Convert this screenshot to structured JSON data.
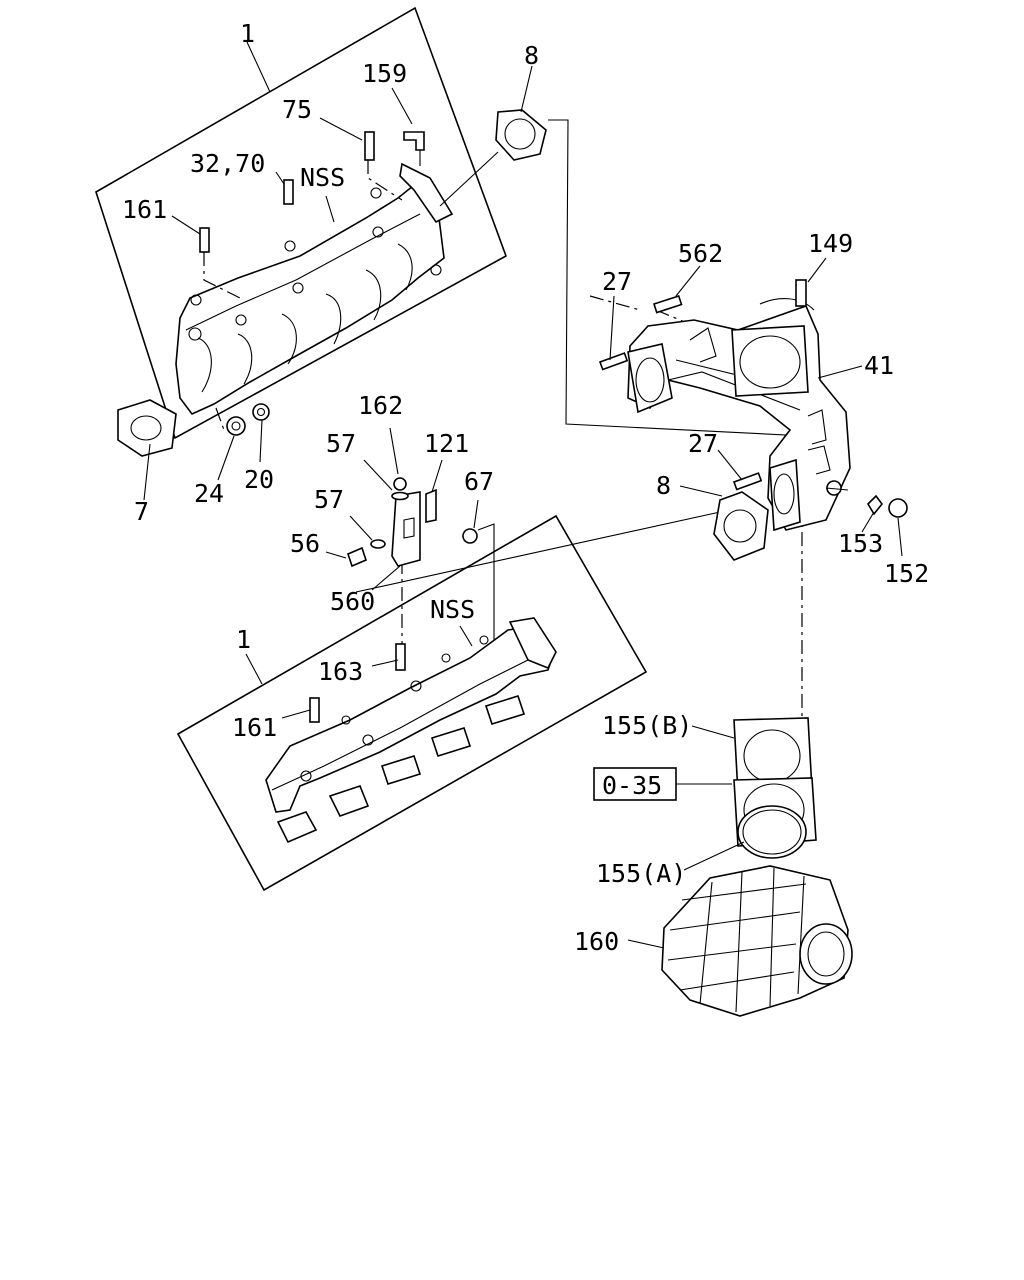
{
  "diagram": {
    "upper_manifold": {
      "callout": "1",
      "labels": {
        "gasket_flange": "8",
        "elbow": "159",
        "stud_top": "75",
        "stud_mid": "32,70",
        "nss": "NSS",
        "stud_left": "161",
        "gasket_small": "7",
        "sleeve": "24",
        "nut": "20"
      }
    },
    "bracket_group": {
      "labels": {
        "nut": "162",
        "washer_a": "57",
        "washer_b": "57",
        "clip": "121",
        "nut_b": "67",
        "bolt": "56",
        "bracket": "560"
      }
    },
    "lower_manifold": {
      "callout": "1",
      "labels": {
        "nss": "NSS",
        "stud_a": "163",
        "stud_b": "161"
      }
    },
    "crossover_pipe": {
      "labels": {
        "stud_top": "27",
        "bolt_top": "562",
        "bolt_right": "149",
        "pipe": "41",
        "stud_low": "27",
        "gasket": "8",
        "washer": "153",
        "nut": "152"
      }
    },
    "lower_assembly": {
      "labels": {
        "flange_b": "155(B)",
        "ref_box": "0-35",
        "gasket_a": "155(A)",
        "heat_shield": "160"
      }
    }
  }
}
